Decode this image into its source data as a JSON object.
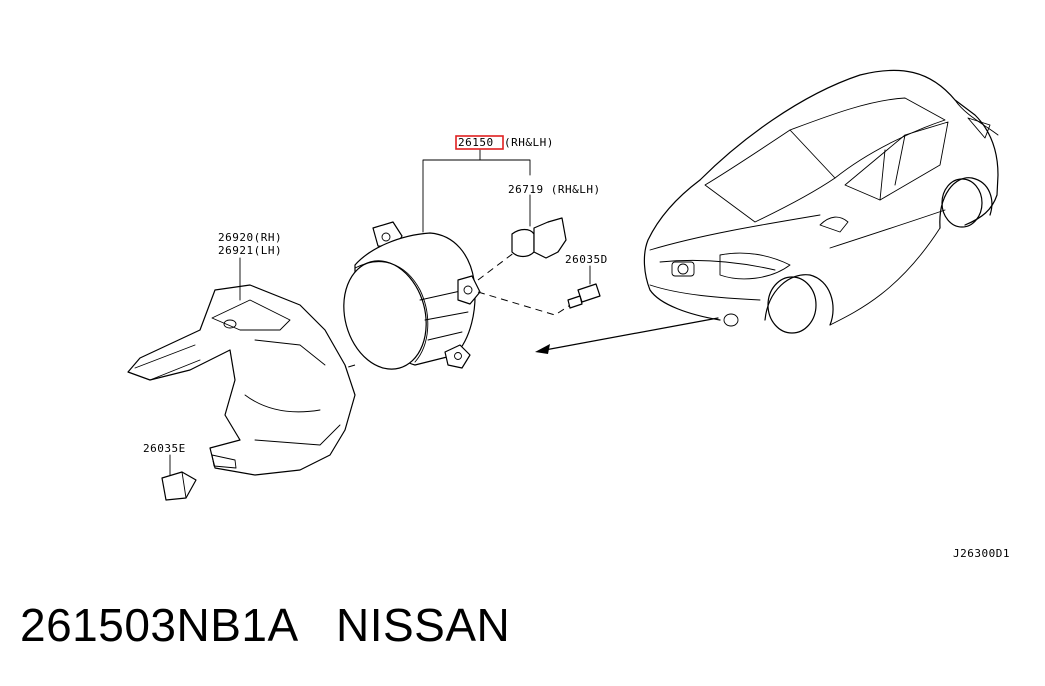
{
  "labels": {
    "lamp_assy": "26150",
    "lamp_assy_side": "(RH&LH)",
    "bulb": "26719 (RH&LH)",
    "screw": "26035D",
    "bracket_rh": "26920(RH)",
    "bracket_lh": "26921(LH)",
    "clip": "26035E",
    "diagram_code": "J26300D1"
  },
  "caption": {
    "part_number": "261503NB1A",
    "brand": "NISSAN"
  },
  "colors": {
    "highlight": "#e02020",
    "line": "#000000",
    "background": "#ffffff"
  }
}
